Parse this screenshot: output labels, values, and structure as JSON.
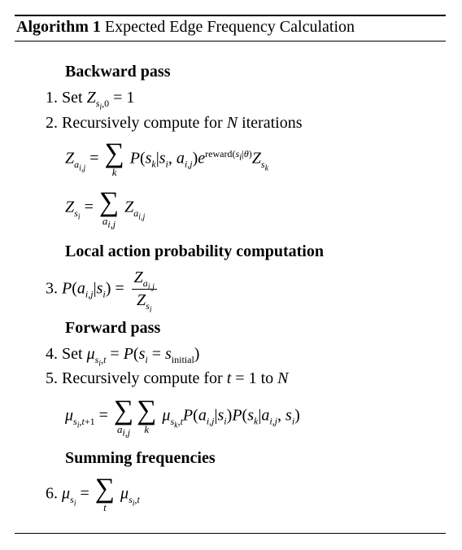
{
  "algorithm": {
    "label": "Algorithm 1",
    "title": "Expected Edge Frequency Calculation"
  },
  "sections": {
    "backward": "Backward pass",
    "local": "Local action probability computation",
    "forward": "Forward pass",
    "summing": "Summing frequencies"
  },
  "steps": {
    "s1_num": "1.",
    "s1_text": "Set",
    "s2_num": "2.",
    "s2_text": "Recursively compute for",
    "s2_tail": "iterations",
    "s3_num": "3.",
    "s4_num": "4.",
    "s4_text": "Set",
    "s5_num": "5.",
    "s5_text": "Recursively compute for",
    "s5_to": "to",
    "s6_num": "6."
  },
  "math": {
    "reward_word": "reward",
    "initial_word": "initial",
    "one": "1",
    "zero": "0"
  }
}
